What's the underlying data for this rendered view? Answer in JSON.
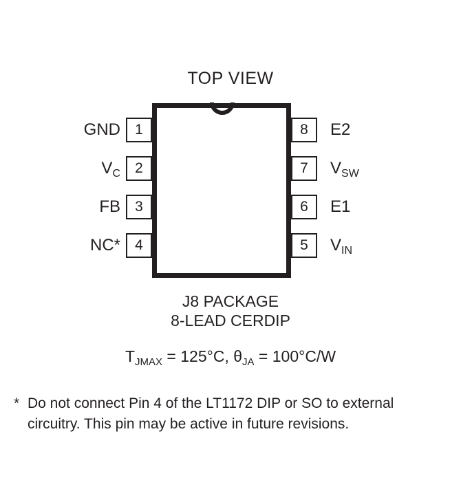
{
  "title": "TOP VIEW",
  "package": {
    "notch": "notch-semicircle",
    "pins_left": [
      {
        "number": "1",
        "label_html": "GND"
      },
      {
        "number": "2",
        "label_html": "V<sub>C</sub>"
      },
      {
        "number": "3",
        "label_html": "FB"
      },
      {
        "number": "4",
        "label_html": "NC*"
      }
    ],
    "pins_right": [
      {
        "number": "8",
        "label_html": "E2"
      },
      {
        "number": "7",
        "label_html": "V<sub>SW</sub>"
      },
      {
        "number": "6",
        "label_html": "E1"
      },
      {
        "number": "5",
        "label_html": "V<sub>IN</sub>"
      }
    ]
  },
  "caption": {
    "line1": "J8 PACKAGE",
    "line2": "8-LEAD CERDIP"
  },
  "thermal": {
    "text_html": "T<sub>JMAX</sub> = 125°C, θ<sub>JA</sub> = 100°C/W",
    "tjmax": "125°C",
    "theta_ja": "100°C/W"
  },
  "footnote": {
    "marker": "*",
    "text": "Do not connect Pin 4 of the LT1172 DIP or SO to external circuitry. This pin may be active in future revisions."
  },
  "colors": {
    "ink": "#231f20",
    "background": "#ffffff"
  }
}
